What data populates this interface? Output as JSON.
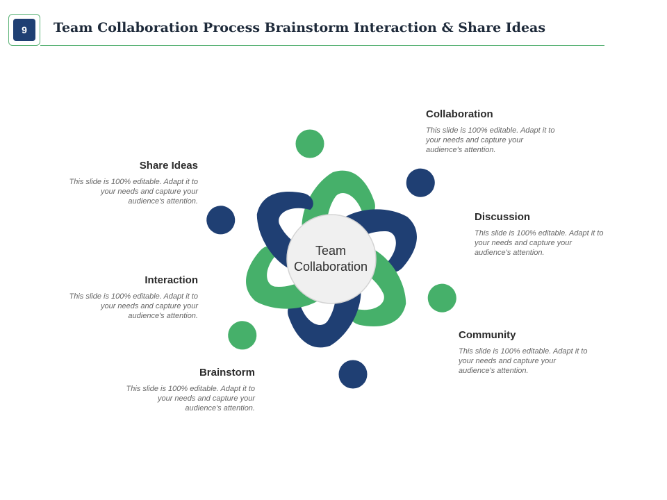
{
  "slide_number": "9",
  "title": "Team Collaboration Process Brainstorm Interaction & Share Ideas",
  "center": {
    "line1": "Team",
    "line2": "Collaboration"
  },
  "colors": {
    "navy": "#1f3f73",
    "green": "#46b06a",
    "center_fill": "#f0f0f0"
  },
  "labels": {
    "collaboration": {
      "title": "Collaboration",
      "text": "This slide is 100% editable. Adapt it to your needs and capture your audience's attention."
    },
    "discussion": {
      "title": "Discussion",
      "text": "This slide is 100% editable. Adapt it to your needs and capture your audience's attention."
    },
    "community": {
      "title": "Community",
      "text": "This slide is 100% editable. Adapt it to your needs and capture your audience's attention."
    },
    "brainstorm": {
      "title": "Brainstorm",
      "text": "This slide is 100% editable. Adapt it to your needs and capture your audience's attention."
    },
    "interaction": {
      "title": "Interaction",
      "text": "This slide is 100% editable. Adapt it to your needs and capture your audience's attention."
    },
    "share_ideas": {
      "title": "Share Ideas",
      "text": "This slide is 100% editable. Adapt it to your needs and capture your audience's attention."
    }
  }
}
